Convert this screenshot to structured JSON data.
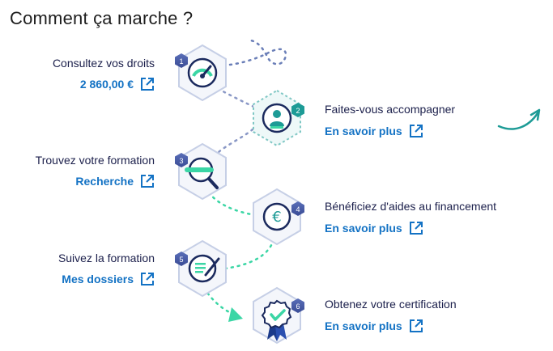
{
  "title": "Comment ça marche ?",
  "colors": {
    "navy": "#1b2a5e",
    "link": "#1372c4",
    "teal": "#1d9b96",
    "mint": "#3bd6a5",
    "hex_fill": "#f4f6fb",
    "hex_stroke": "#c6cfe6"
  },
  "steps": [
    {
      "number": "1",
      "label": "Consultez vos droits",
      "link_text": "2 860,00 €",
      "icon": "gauge-icon"
    },
    {
      "number": "2",
      "label": "Faites-vous accompagner",
      "link_text": "En savoir plus",
      "icon": "advisor-icon"
    },
    {
      "number": "3",
      "label": "Trouvez votre formation",
      "link_text": "Recherche",
      "icon": "magnifier-icon"
    },
    {
      "number": "4",
      "label": "Bénéficiez d'aides au financement",
      "link_text": "En savoir plus",
      "icon": "euro-coin-icon"
    },
    {
      "number": "5",
      "label": "Suivez la formation",
      "link_text": "Mes dossiers",
      "icon": "document-pen-icon"
    },
    {
      "number": "6",
      "label": "Obtenez votre certification",
      "link_text": "En savoir plus",
      "icon": "certificate-badge-icon"
    }
  ]
}
